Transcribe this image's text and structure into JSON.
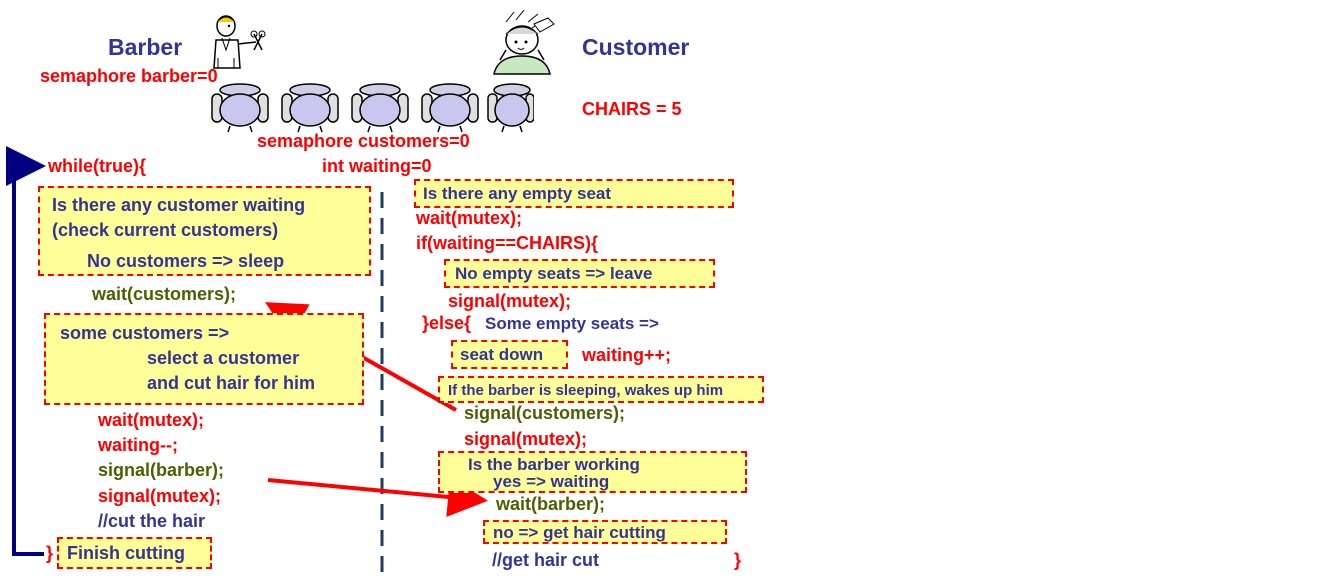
{
  "header": {
    "barber_title": "Barber",
    "customer_title": "Customer",
    "semaphore_barber": "semaphore barber=0",
    "chairs": "CHAIRS = 5",
    "semaphore_customers": "semaphore customers=0",
    "int_waiting": "int waiting=0"
  },
  "barber": {
    "while": "while(true){",
    "box1_line1": "Is there any customer waiting",
    "box1_line2": "(check current customers)",
    "box1_line3": "No customers =>  sleep",
    "wait_customers": "wait(customers);",
    "box2_line1": "some customers =>",
    "box2_line2": "select a customer",
    "box2_line3": "and cut hair for him",
    "wait_mutex": "wait(mutex);",
    "waiting_dec": "waiting--;",
    "signal_barber": "signal(barber);",
    "signal_mutex": "signal(mutex);",
    "comment_cut": "//cut the hair",
    "close_brace": "}",
    "finish": "Finish cutting"
  },
  "customer": {
    "box_empty_seat": "Is there any empty seat",
    "wait_mutex": "wait(mutex);",
    "if_line": "if(waiting==CHAIRS){",
    "box_no_seats": "No empty seats =>  leave",
    "signal_mutex1": "signal(mutex);",
    "else_kw": "}else{",
    "else_text": "Some empty seats =>",
    "box_seat_down": "seat down",
    "waiting_inc": "waiting++;",
    "box_wake": "If the barber is sleeping, wakes up him",
    "signal_customers": "signal(customers);",
    "signal_mutex2": "signal(mutex);",
    "box_working_line1": "Is the barber working",
    "box_working_line2": "yes =>  waiting",
    "wait_barber": "wait(barber);",
    "box_get_cut": "no =>  get hair cutting",
    "comment_get": "//get hair cut",
    "close_brace": "}"
  },
  "icons": {
    "barber": "barber-icon",
    "customer": "customer-icon",
    "chair": "waiting-chair-icon"
  },
  "colors": {
    "code_red": "#ff0000",
    "text_blue": "#333399",
    "call_green": "#4d5f00",
    "box_fill": "#ffff99",
    "loop_arrow": "#000080"
  }
}
